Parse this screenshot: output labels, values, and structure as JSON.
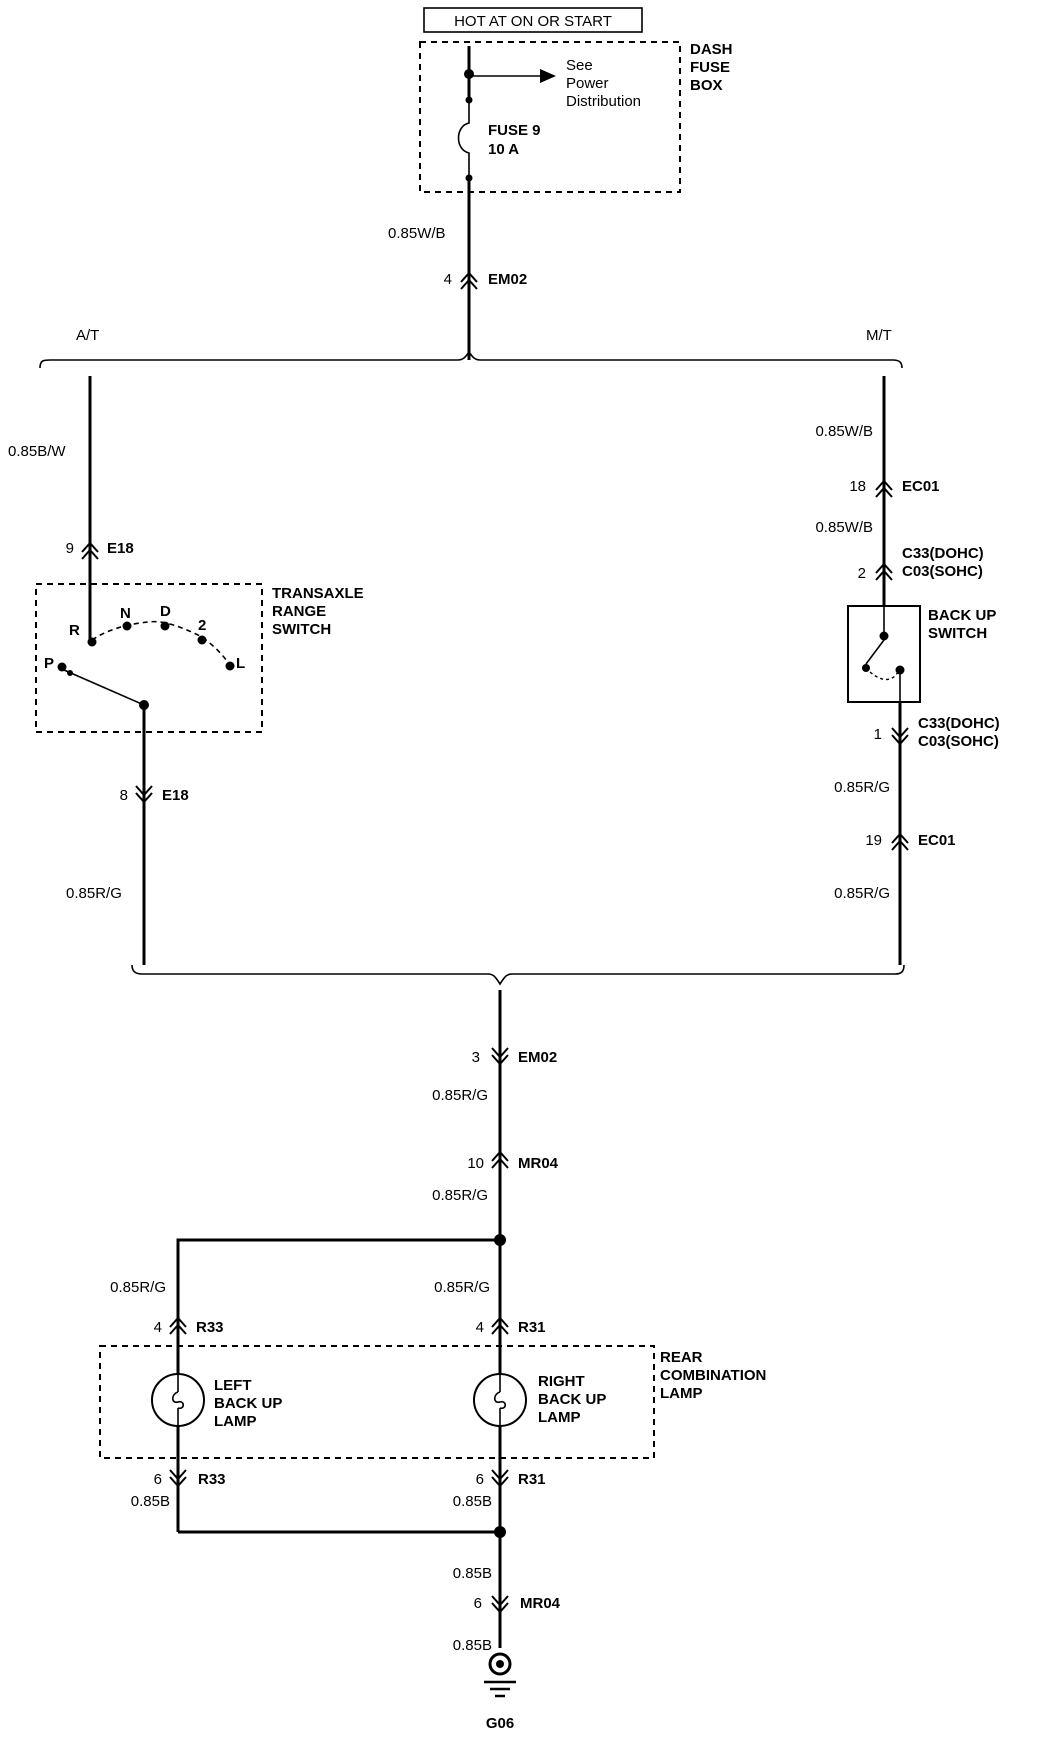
{
  "power": {
    "header": "HOT AT ON OR START",
    "fuse_box": [
      "DASH",
      "FUSE",
      "BOX"
    ],
    "see_note": [
      "See",
      "Power",
      "Distribution"
    ],
    "fuse_name": "FUSE 9",
    "fuse_rating": "10 A"
  },
  "wires": {
    "w085wb": "0.85W/B",
    "w085bw": "0.85B/W",
    "w085rg": "0.85R/G",
    "w085b": "0.85B"
  },
  "branches": {
    "at": "A/T",
    "mt": "M/T"
  },
  "connectors": {
    "em02_top": {
      "pin": "4",
      "id": "EM02"
    },
    "e18_top": {
      "pin": "9",
      "id": "E18"
    },
    "e18_bot": {
      "pin": "8",
      "id": "E18"
    },
    "ec01_top": {
      "pin": "18",
      "id": "EC01"
    },
    "c33_top": {
      "pin": "2",
      "id_a": "C33(DOHC)",
      "id_b": "C03(SOHC)"
    },
    "c33_bot": {
      "pin": "1",
      "id_a": "C33(DOHC)",
      "id_b": "C03(SOHC)"
    },
    "ec01_bot": {
      "pin": "19",
      "id": "EC01"
    },
    "em02_bot": {
      "pin": "3",
      "id": "EM02"
    },
    "mr04_top": {
      "pin": "10",
      "id": "MR04"
    },
    "r33_top": {
      "pin": "4",
      "id": "R33"
    },
    "r31_top": {
      "pin": "4",
      "id": "R31"
    },
    "r33_bot": {
      "pin": "6",
      "id": "R33"
    },
    "r31_bot": {
      "pin": "6",
      "id": "R31"
    },
    "mr04_bot": {
      "pin": "6",
      "id": "MR04"
    }
  },
  "trs": {
    "title": [
      "TRANSAXLE",
      "RANGE",
      "SWITCH"
    ],
    "positions": [
      "P",
      "R",
      "N",
      "D",
      "2",
      "L"
    ]
  },
  "backup_switch": {
    "title": [
      "BACK UP",
      "SWITCH"
    ]
  },
  "rear_lamp": {
    "title": [
      "REAR",
      "COMBINATION",
      "LAMP"
    ]
  },
  "left_lamp": [
    "LEFT",
    "BACK UP",
    "LAMP"
  ],
  "right_lamp": [
    "RIGHT",
    "BACK UP",
    "LAMP"
  ],
  "ground": "G06"
}
